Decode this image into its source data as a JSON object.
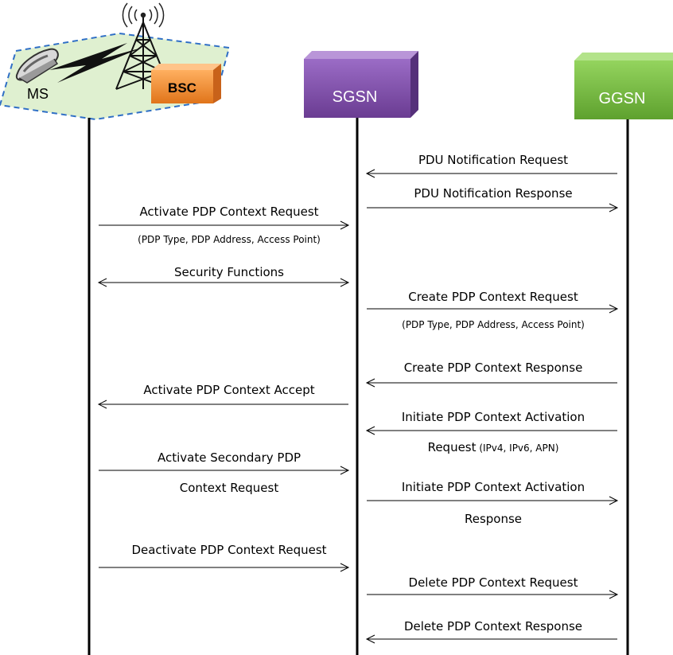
{
  "nodes": {
    "ms": "MS",
    "bsc": "BSC",
    "sgsn": "SGSN",
    "ggsn": "GGSN"
  },
  "messages": [
    {
      "text": "PDU Notification Request",
      "from": "ggsn",
      "to": "sgsn"
    },
    {
      "text": "PDU Notification Response",
      "from": "sgsn",
      "to": "ggsn"
    },
    {
      "text": "Activate PDP Context Request",
      "from": "ms",
      "to": "sgsn",
      "sub": "(PDP Type, PDP Address, Access Point)"
    },
    {
      "text": "Security Functions",
      "from": "ms",
      "to": "sgsn",
      "bidirectional": true
    },
    {
      "text": "Create PDP Context Request",
      "from": "sgsn",
      "to": "ggsn",
      "sub": "(PDP Type, PDP Address, Access Point)"
    },
    {
      "text": "Create PDP Context Response",
      "from": "ggsn",
      "to": "sgsn"
    },
    {
      "text": "Activate PDP Context Accept",
      "from": "sgsn",
      "to": "ms"
    },
    {
      "text": "Initiate PDP Context Activation",
      "from": "ggsn",
      "to": "sgsn",
      "line2": "Request",
      "line2_small": " (IPv4, IPv6, APN)"
    },
    {
      "text": "Activate Secondary PDP",
      "from": "ms",
      "to": "sgsn",
      "line2": "Context Request"
    },
    {
      "text": "Initiate PDP Context Activation",
      "from": "sgsn",
      "to": "ggsn",
      "line2": "Response"
    },
    {
      "text": "Deactivate PDP Context Request",
      "from": "ms",
      "to": "sgsn"
    },
    {
      "text": "Delete PDP Context Request",
      "from": "sgsn",
      "to": "ggsn"
    },
    {
      "text": "Delete PDP Context Response",
      "from": "ggsn",
      "to": "sgsn"
    }
  ],
  "colors": {
    "sgsn_box": "#7e4ba6",
    "ggsn_box": "#6fb53a",
    "bsc_box": "#f08a24",
    "cell_area": "#dff0d0",
    "cell_border": "#2f6fc6"
  },
  "icons": [
    "mobile-phone-icon",
    "antenna-tower-icon",
    "radio-waves-icon"
  ]
}
